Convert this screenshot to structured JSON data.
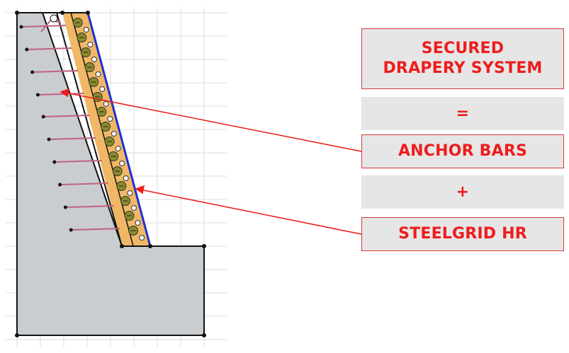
{
  "labels": {
    "title": "SECURED\nDRAPERY SYSTEM",
    "equals": "=",
    "anchor_bars": "ANCHOR BARS",
    "plus": "+",
    "steelgrid": "STEELGRID HR"
  },
  "colors": {
    "accent": "#ee1c1c",
    "box_fill": "#e6e6e6",
    "rock_fill": "#c9cdcf",
    "drapery_fill": "#f0b866",
    "mesh_line": "#1f2fd6",
    "anchor_bar": "#c06080",
    "grid": "#d9d9d9"
  }
}
